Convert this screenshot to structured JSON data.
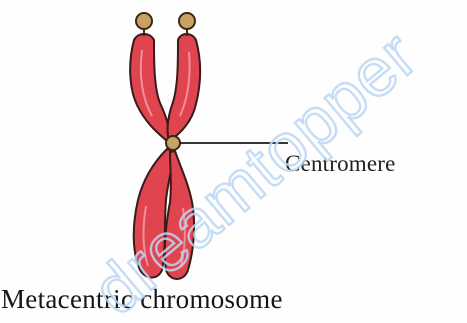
{
  "labels": {
    "centromere": "Centromere",
    "caption": "Metacentric chromosome"
  },
  "watermark": {
    "text": "dreamtopper"
  },
  "colors": {
    "chromatid_fill": "#e0444f",
    "chromatid_outline": "#3a1a1a",
    "centromere_fill": "#c8a165",
    "telomere_fill": "#c8a165",
    "pointer_line": "#1a1a1a",
    "watermark": "#bcd7f3"
  }
}
